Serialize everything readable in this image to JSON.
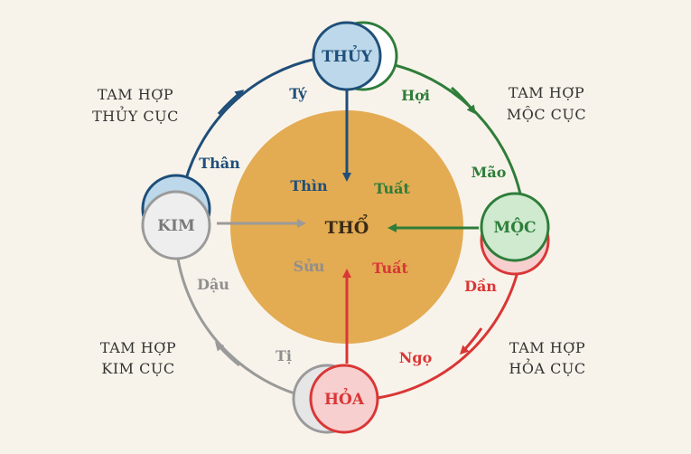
{
  "colors": {
    "thuy": "#1f4e79",
    "moc": "#2e7d3a",
    "hoa": "#d93636",
    "kim": "#9a9a9a",
    "tho": "#e3ab52",
    "background": "#f8f3ea"
  },
  "center": {
    "label": "THỔ",
    "branches": [
      "Thìn",
      "Tuất",
      "Sửu",
      "Tuất"
    ]
  },
  "nodes": {
    "thuy": "THỦY",
    "moc": "MỘC",
    "hoa": "HỎA",
    "kim": "KIM"
  },
  "ring_branches": {
    "ty": "Tý",
    "hoi": "Hợi",
    "mao": "Mão",
    "dan": "Dần",
    "ngo": "Ngọ",
    "ti": "Tị",
    "dau": "Dậu",
    "than": "Thân"
  },
  "groups": {
    "thuy": [
      "TAM HỢP",
      "THỦY CỤC"
    ],
    "moc": [
      "TAM HỢP",
      "MỘC CỤC"
    ],
    "hoa": [
      "TAM HỢP",
      "HỎA CỤC"
    ],
    "kim": [
      "TAM HỢP",
      "KIM CỤC"
    ]
  }
}
